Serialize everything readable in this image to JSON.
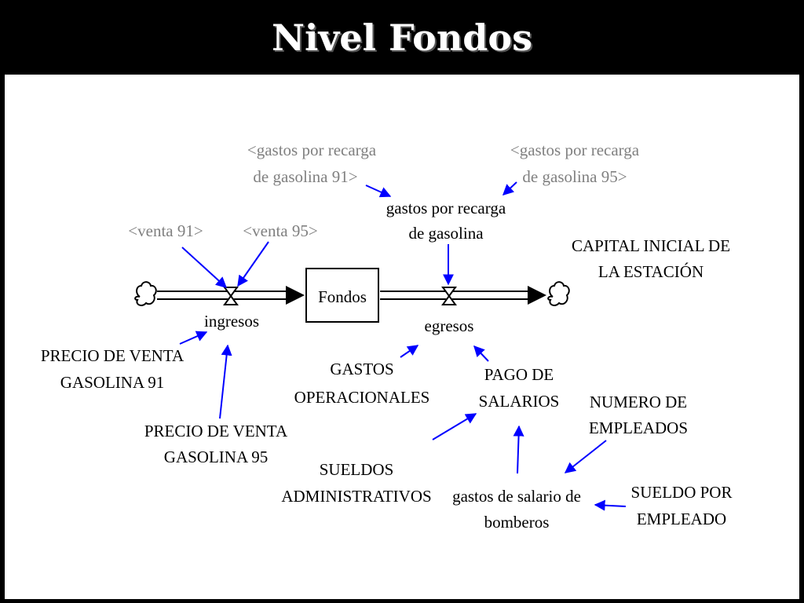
{
  "title": "Nivel Fondos",
  "colors": {
    "title_bar": "#000000",
    "canvas": "#ffffff",
    "arrow": "#0000ff",
    "shadow_variable_text": "#808080",
    "text": "#000000"
  },
  "stock": {
    "label": "Fondos"
  },
  "flows": {
    "inflow": {
      "label": "ingresos"
    },
    "outflow": {
      "label": "egresos"
    }
  },
  "shadow_variables": {
    "gastos_91": {
      "line1": "<gastos por recarga",
      "line2": "de gasolina 91>"
    },
    "gastos_95": {
      "line1": "<gastos por recarga",
      "line2": "de gasolina 95>"
    },
    "venta_91": {
      "label": "<venta 91>"
    },
    "venta_95": {
      "label": "<venta 95>"
    }
  },
  "variables": {
    "gastos_recarga": {
      "line1": "gastos por recarga",
      "line2": "de gasolina"
    },
    "capital_inicial": {
      "line1": "CAPITAL INICIAL DE",
      "line2": "LA ESTACIÓN"
    },
    "precio_91": {
      "line1": "PRECIO DE VENTA",
      "line2": "GASOLINA 91"
    },
    "precio_95": {
      "line1": "PRECIO DE VENTA",
      "line2": "GASOLINA 95"
    },
    "gastos_operacionales": {
      "line1": "GASTOS",
      "line2": "OPERACIONALES"
    },
    "pago_salarios": {
      "line1": "PAGO DE",
      "line2": "SALARIOS"
    },
    "numero_empleados": {
      "line1": "NUMERO DE",
      "line2": "EMPLEADOS"
    },
    "sueldos_admin": {
      "line1": "SUELDOS",
      "line2": "ADMINISTRATIVOS"
    },
    "gastos_bomberos": {
      "line1": "gastos de salario de",
      "line2": "bomberos"
    },
    "sueldo_empleado": {
      "line1": "SUELDO POR",
      "line2": "EMPLEADO"
    }
  }
}
